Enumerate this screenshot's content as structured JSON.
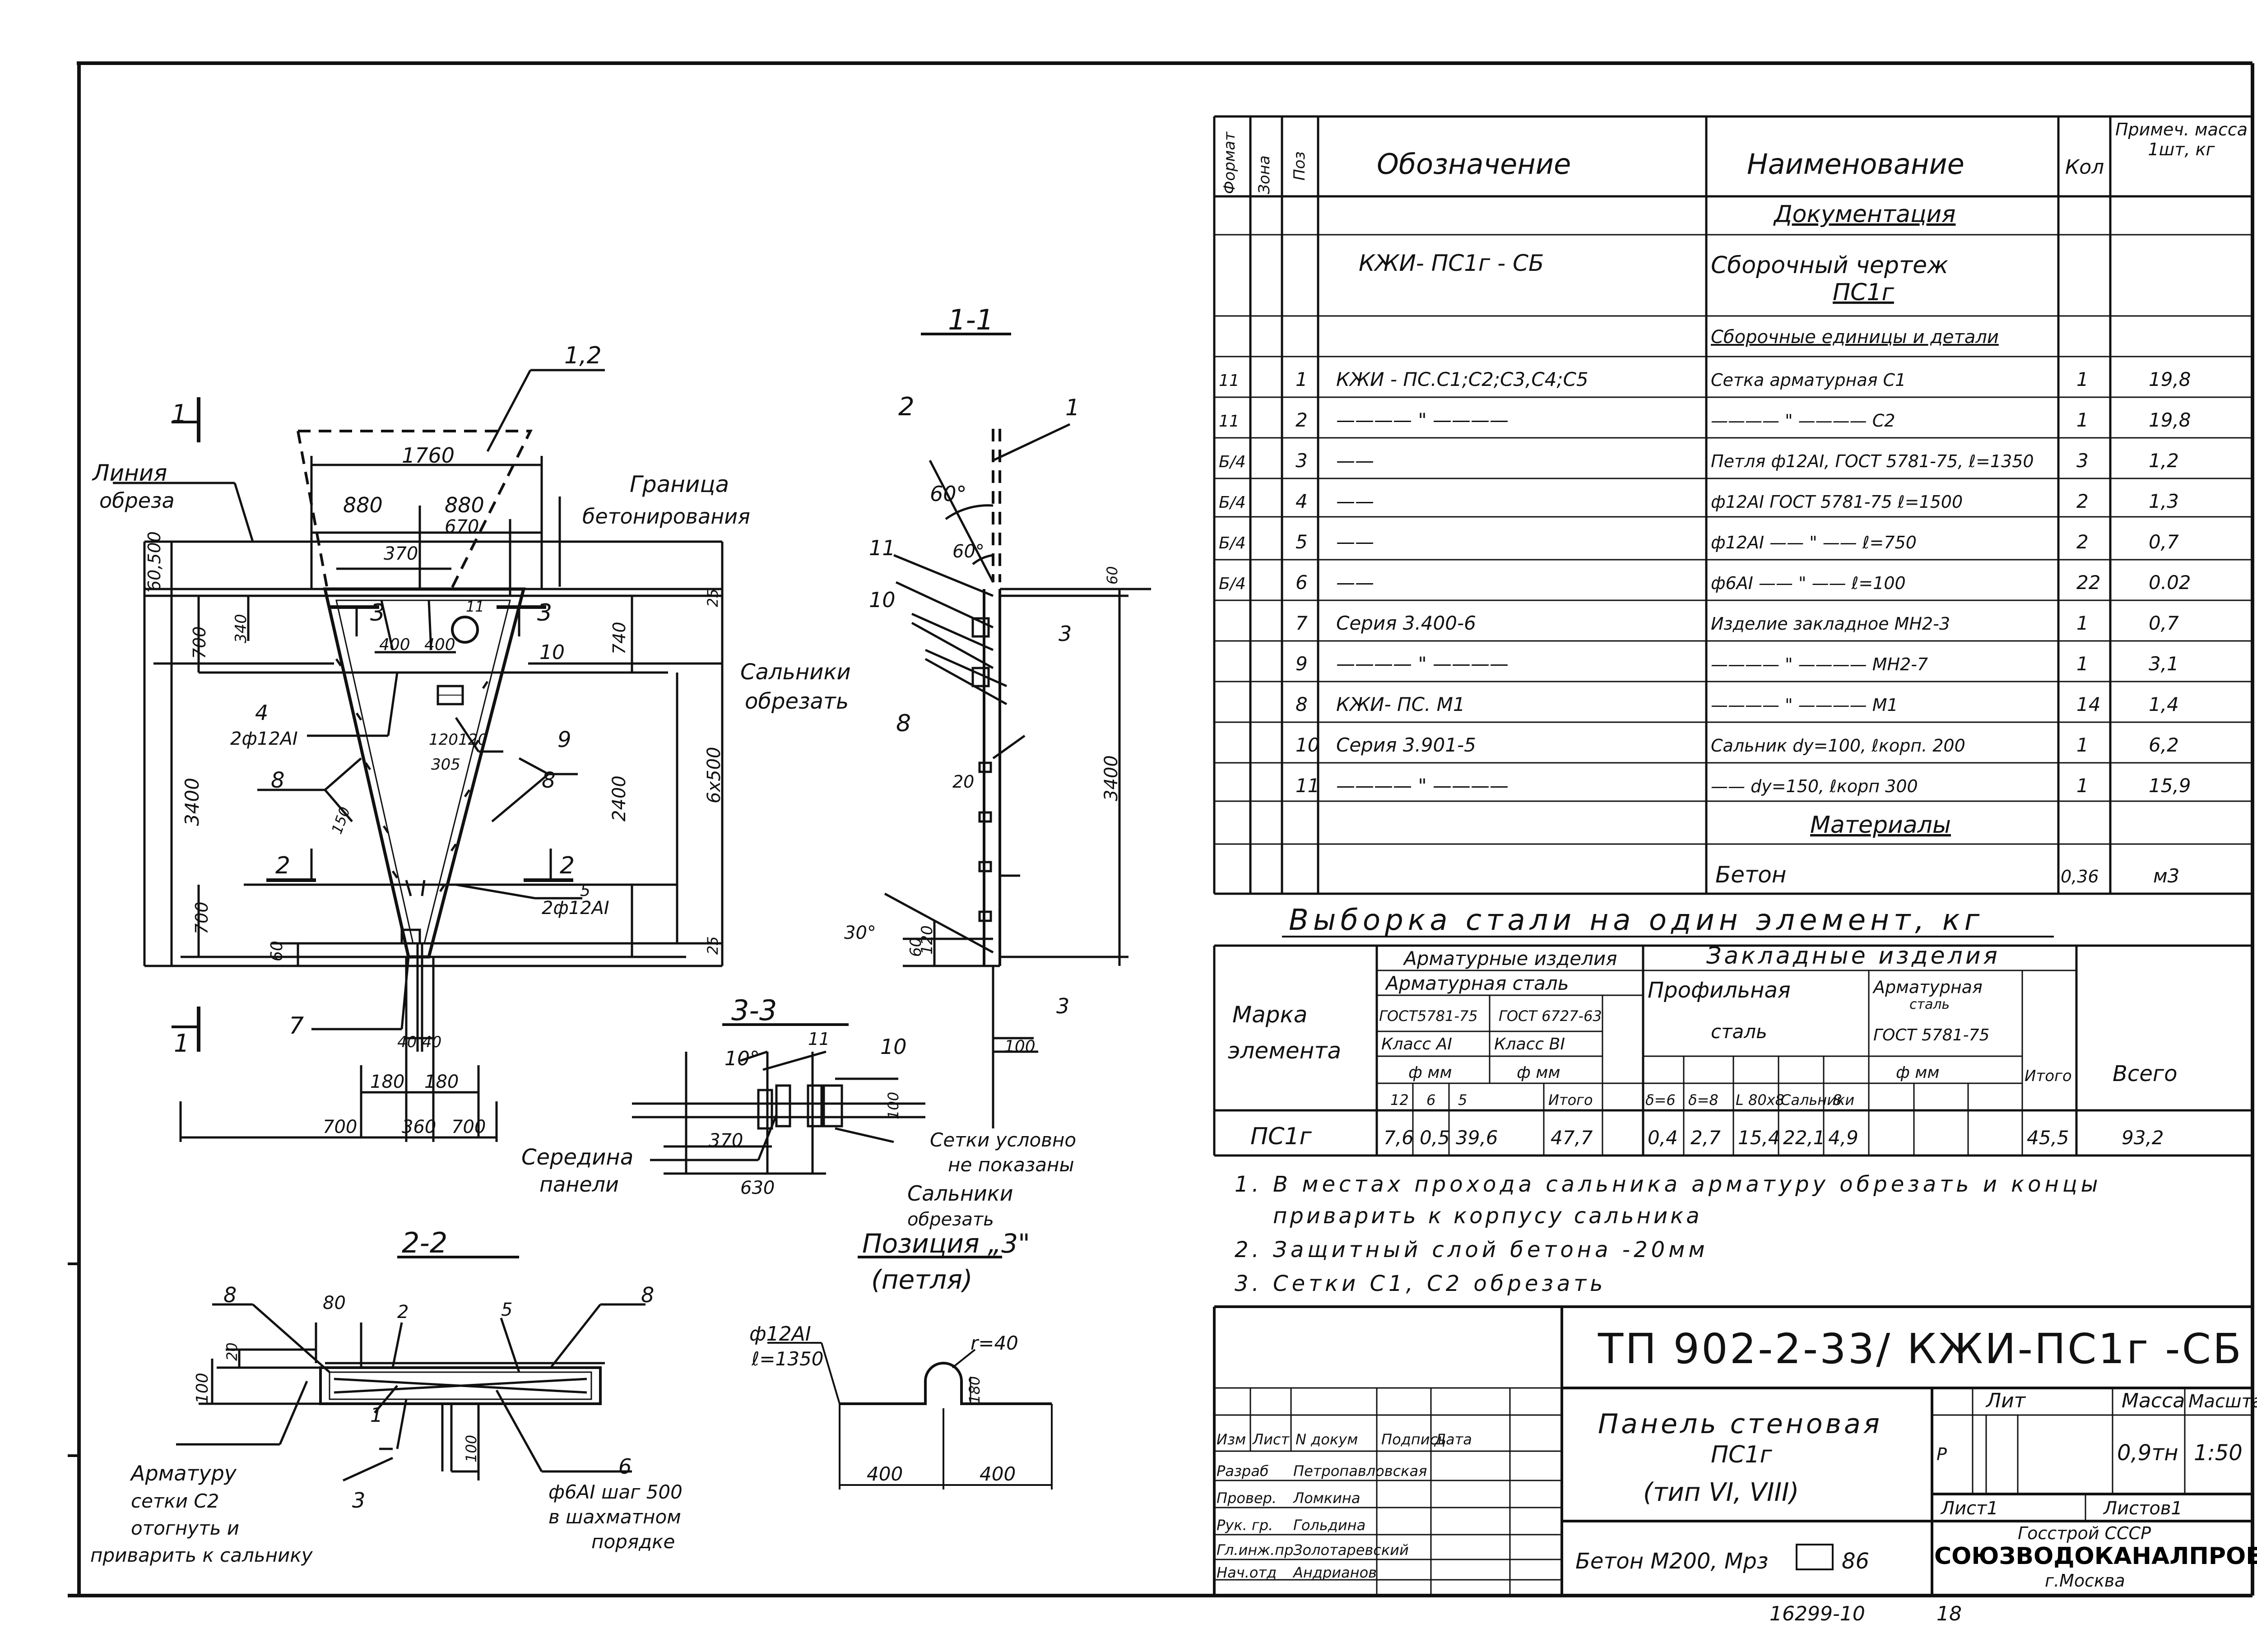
{
  "spec_table": {
    "headers": {
      "format": "Формат",
      "zone": "Зона",
      "pos": "Поз",
      "designation": "Обозначение",
      "name": "Наименование",
      "qty": "Кол",
      "note": "Примеч. масса 1шт, кг"
    },
    "section_documentation": "Документация",
    "doc_designation": "КЖИ- ПС1г - СБ",
    "doc_name_1": "Сборочный чертеж",
    "doc_name_2": "ПС1г",
    "section_assemblies": "Сборочные единицы и детали",
    "rows": [
      {
        "fmt": "11",
        "pos": "1",
        "des": "КЖИ - ПС.С1;С2;С3,С4;С5",
        "name": "Сетка арматурная      С1",
        "qty": "1",
        "mass": "19,8"
      },
      {
        "fmt": "11",
        "pos": "2",
        "des": "———— \" ————",
        "name": "———— \" ————   С2",
        "qty": "1",
        "mass": "19,8"
      },
      {
        "fmt": "Б/4",
        "pos": "3",
        "des": "——",
        "name": "Петля ф12АI, ГОСТ 5781-75, ℓ=1350",
        "qty": "3",
        "mass": "1,2"
      },
      {
        "fmt": "Б/4",
        "pos": "4",
        "des": "——",
        "name": "ф12АI  ГОСТ 5781-75  ℓ=1500",
        "qty": "2",
        "mass": "1,3"
      },
      {
        "fmt": "Б/4",
        "pos": "5",
        "des": "——",
        "name": "ф12АI  —— \" ——   ℓ=750",
        "qty": "2",
        "mass": "0,7"
      },
      {
        "fmt": "Б/4",
        "pos": "6",
        "des": "——",
        "name": "ф6АI  —— \" ——   ℓ=100",
        "qty": "22",
        "mass": "0.02"
      },
      {
        "fmt": "",
        "pos": "7",
        "des": "Серия 3.400-6",
        "name": "Изделие закладное МН2-3",
        "qty": "1",
        "mass": "0,7"
      },
      {
        "fmt": "",
        "pos": "9",
        "des": "———— \" ————",
        "name": "———— \" ———— МН2-7",
        "qty": "1",
        "mass": "3,1"
      },
      {
        "fmt": "",
        "pos": "8",
        "des": "КЖИ- ПС. М1",
        "name": "———— \" ————   М1",
        "qty": "14",
        "mass": "1,4"
      },
      {
        "fmt": "",
        "pos": "10",
        "des": "Серия 3.901-5",
        "name": "Сальник dy=100, ℓкорп. 200",
        "qty": "1",
        "mass": "6,2"
      },
      {
        "fmt": "",
        "pos": "11",
        "des": "———— \" ————",
        "name": "—— dy=150, ℓкорп 300",
        "qty": "1",
        "mass": "15,9"
      }
    ],
    "section_materials": "Материалы",
    "material_name": "Бетон",
    "material_qty": "0,36",
    "material_unit": "м3"
  },
  "steel": {
    "title": "Выборка стали на один элемент, кг",
    "mark_header": "Марка элемента",
    "reinf_items": "Арматурные изделия",
    "reinf_steel": "Арматурная сталь",
    "gost1": "ГОСТ5781-75",
    "gost2": "ГОСТ 6727-63",
    "class1": "Класс АI",
    "class2": "Класс ВI",
    "dia": "ф мм",
    "embedded": "Закладные изделия",
    "profile": "Профильная сталь",
    "reinf_steel2": "Арматурная сталь",
    "gost3": "ГОСТ 5781-75",
    "itogo": "Итого",
    "total": "Всего",
    "sub_labels": [
      "12",
      "6",
      "5",
      "Итого",
      "δ=6",
      "δ=8",
      "L 80x8",
      "Сальники",
      "8",
      "Итого"
    ],
    "row_mark": "ПС1г",
    "row_values": [
      "7,6",
      "0,5",
      "39,6",
      "47,7",
      "0,4",
      "2,7",
      "15,4",
      "22,1",
      "4,9",
      "45,5",
      "93,2"
    ]
  },
  "notes": [
    "1.  В местах прохода сальника арматуру обрезать и концы",
    "приварить к корпусу сальника",
    "2.  Защитный слой бетона -20мм",
    "3.  Сетки С1, С2 обрезать"
  ],
  "title_block": {
    "code": "ТП 902-2-33/ КЖИ-ПС1г -СБ",
    "title_1": "Панель стеновая",
    "title_2": "ПС1г",
    "title_3": "(тип VI, VIII)",
    "concrete": "Бетон М200, Мрз",
    "concrete_val": "86",
    "lit": "Лит",
    "mass": "Масса",
    "scale": "Масштаб",
    "lit_val": "Р",
    "mass_val": "0,9тн",
    "scale_val": "1:50",
    "sheet": "Лист1",
    "sheets": "Листов1",
    "org_1": "Госстрой СССР",
    "org_2": "СОЮЗВОДОКАНАЛПРОЕКТ",
    "org_3": "г.Москва",
    "col_headers": [
      "Изм",
      "Лист",
      "N докум",
      "Подпись",
      "Дата"
    ],
    "people": [
      {
        "role": "Разраб",
        "name": "Петропавловская"
      },
      {
        "role": "Провер.",
        "name": "Ломкина"
      },
      {
        "role": "Рук. гр.",
        "name": "Гольдина"
      },
      {
        "role": "Гл.инж.пр",
        "name": "Золотаревский"
      },
      {
        "role": "Нач.отд",
        "name": "Андрианов"
      }
    ],
    "bottom_num": "16299-10",
    "bottom_sheet": "18"
  },
  "drawing": {
    "main_labels": {
      "line_cut": "Линия обреза",
      "border": "Граница бетонирования",
      "sec11": "1-1",
      "sec22": "2-2",
      "sec33": "3-3",
      "pos3": "Позиция \"3\"",
      "pos3b": "(петля)",
      "glands": "Сальники обрезать",
      "glands2": "Сальники обрезать",
      "middle": "Середина панели",
      "nets": "Сетки условно не показаны",
      "armature": "Арматуру сетки С2 отогнуть и приварить к сальнику",
      "f6": "ф6АI шаг 500 в шахматном порядке",
      "f12": "ф12АI ℓ=1350",
      "r40": "r=40"
    }
  }
}
